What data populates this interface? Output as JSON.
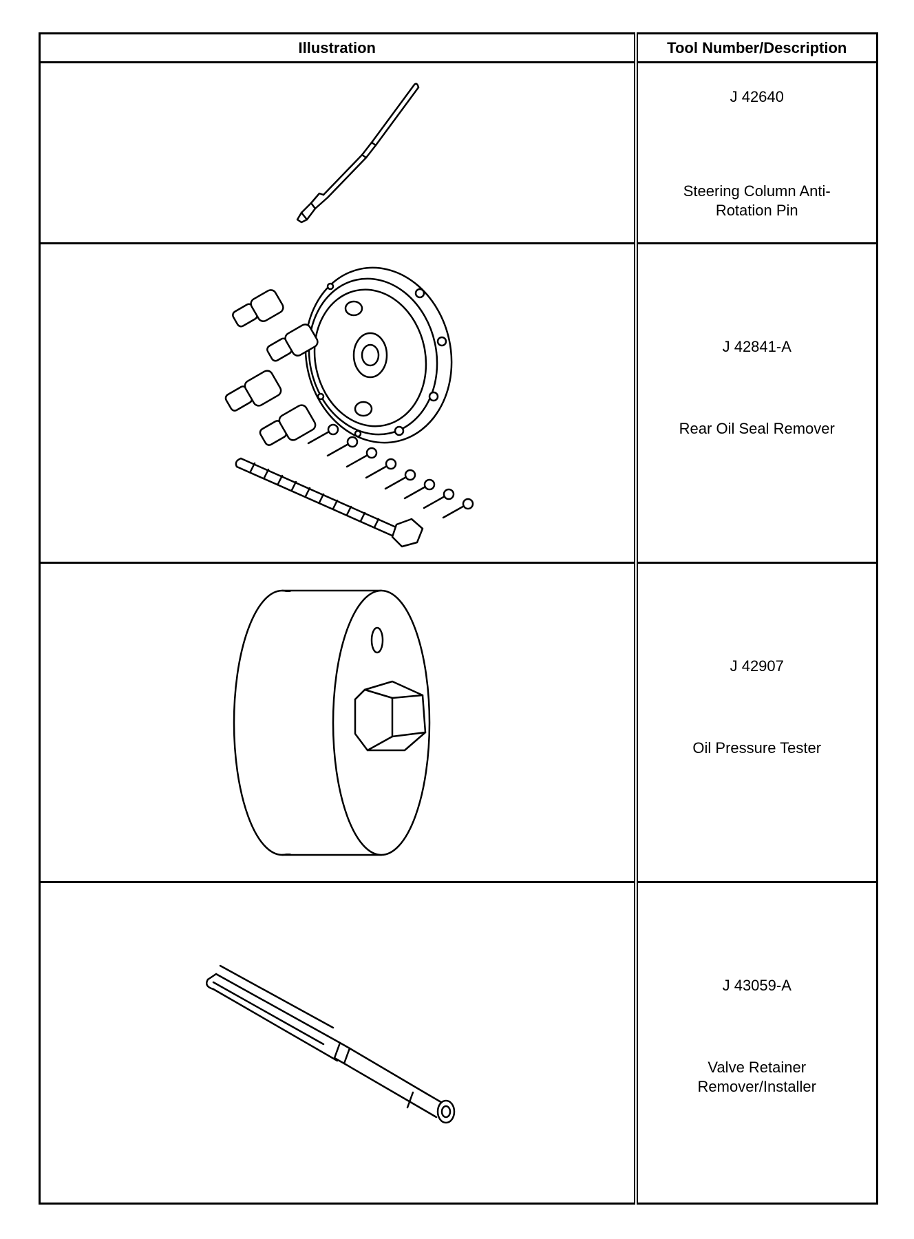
{
  "table": {
    "headers": {
      "illustration": "Illustration",
      "tool": "Tool Number/Description"
    },
    "rows": [
      {
        "number": "J 42640",
        "description": "Steering Column Anti-Rotation Pin",
        "icon": "anti-rotation-pin"
      },
      {
        "number": "J 42841-A",
        "description": "Rear Oil Seal Remover",
        "icon": "seal-remover-kit"
      },
      {
        "number": "J 42907",
        "description": "Oil Pressure Tester",
        "icon": "pressure-tester-cylinder"
      },
      {
        "number": "J 43059-A",
        "description": "Valve Retainer Remover/Installer",
        "icon": "valve-retainer-tool"
      }
    ]
  }
}
